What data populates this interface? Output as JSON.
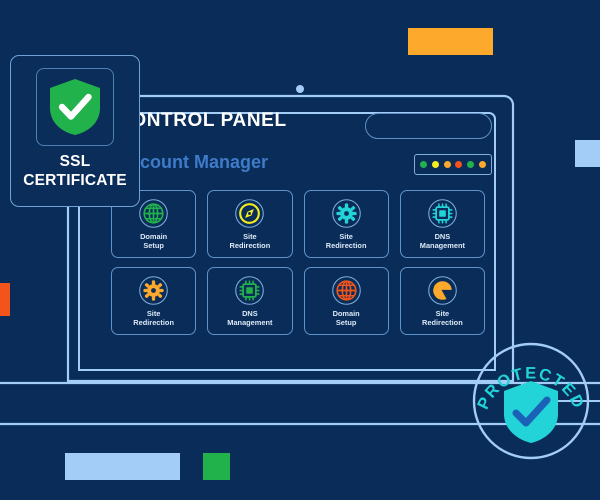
{
  "background_color": "#092c58",
  "palette": {
    "navy": "#092c58",
    "panel_navy": "#0B2D59",
    "outline_blue": "#A3CDF7",
    "line_blue": "#5E93CB",
    "accent_blue": "#3E7BC8",
    "white": "#FFFFFF",
    "green": "#22B24C",
    "yellow": "#F4EC1E",
    "cyan": "#22D3D8",
    "orange": "#FDA92B",
    "orange_red": "#F2541B",
    "light_blue": "#A3CDF7"
  },
  "screen": {
    "title": "CONTROL PANEL",
    "subtitle": "Account Manager",
    "search": {
      "value": "",
      "placeholder": ""
    },
    "status_dots": [
      {
        "name": "status-dot-1",
        "color": "#22B24C"
      },
      {
        "name": "status-dot-2",
        "color": "#F4EC1E"
      },
      {
        "name": "status-dot-3",
        "color": "#FDA92B"
      },
      {
        "name": "status-dot-4",
        "color": "#F2541B"
      },
      {
        "name": "status-dot-5",
        "color": "#22B24C"
      },
      {
        "name": "status-dot-6",
        "color": "#FDA92B"
      }
    ],
    "tiles": [
      {
        "label": "Domain\nSetup",
        "icon": "globe-icon",
        "color": "#22B24C"
      },
      {
        "label": "Site\nRedirection",
        "icon": "compass-icon",
        "color": "#F4EC1E"
      },
      {
        "label": "Site\nRedirection",
        "icon": "gear-icon",
        "color": "#22D3D8"
      },
      {
        "label": "DNS\nManagement",
        "icon": "chip-icon",
        "color": "#22D3D8"
      },
      {
        "label": "Site\nRedirection",
        "icon": "gear-icon",
        "color": "#FDA92B"
      },
      {
        "label": "DNS\nManagement",
        "icon": "chip-icon",
        "color": "#22B24C"
      },
      {
        "label": "Domain\nSetup",
        "icon": "globe-icon",
        "color": "#F2541B"
      },
      {
        "label": "Site\nRedirection",
        "icon": "pie-chart-icon",
        "color": "#FDA92B"
      }
    ]
  },
  "ssl_card": {
    "label": "SSL\nCERTIFICATE",
    "icon": "shield-check-icon",
    "shield_color": "#22B24C",
    "check_color": "#FFFFFF"
  },
  "protected_badge": {
    "text": "PROTECTED",
    "icon": "shield-check-icon",
    "shield_color": "#22D3D8",
    "check_color": "#1C61B8",
    "text_color": "#22D3D8"
  },
  "decorations": [
    {
      "name": "deco-orange-top",
      "color": "#FDA92B"
    },
    {
      "name": "deco-orangered-left",
      "color": "#F2541B"
    },
    {
      "name": "deco-blue-right",
      "color": "#A3CDF7"
    },
    {
      "name": "deco-blue-bottom",
      "color": "#A3CDF7"
    },
    {
      "name": "deco-green-bottom",
      "color": "#22B24C"
    }
  ]
}
